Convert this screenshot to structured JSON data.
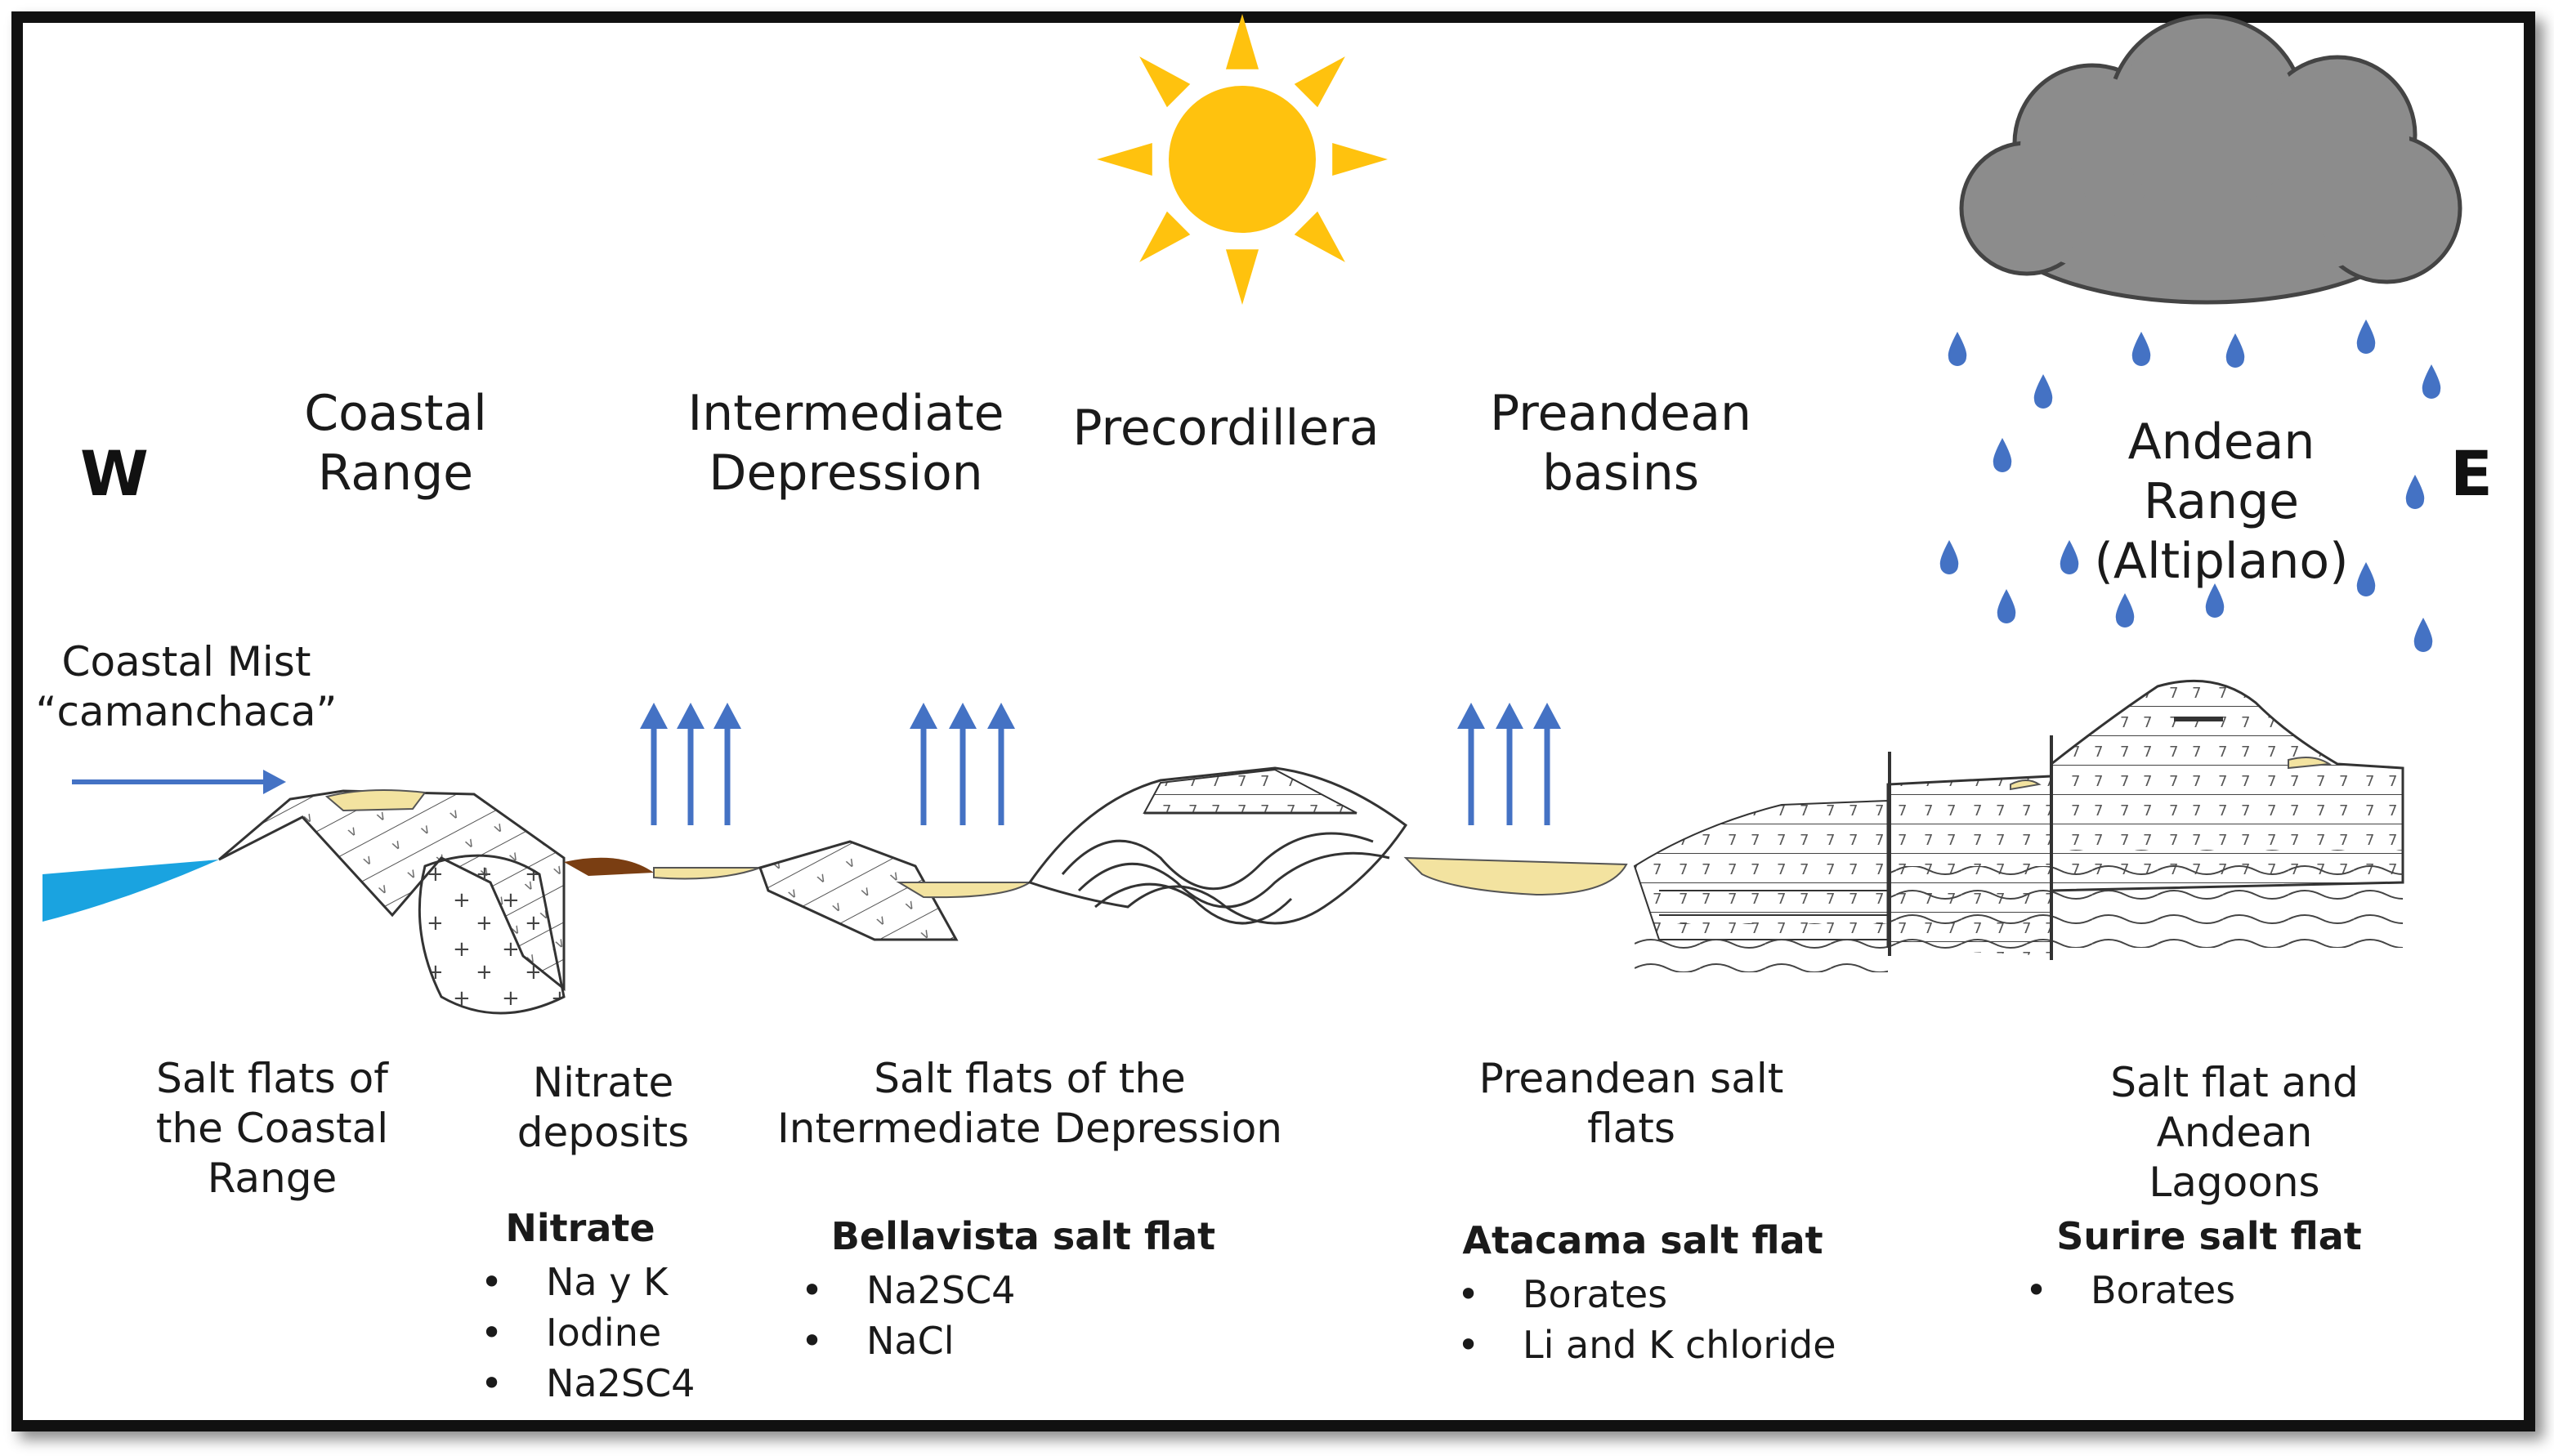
{
  "directions": {
    "west": "W",
    "east": "E"
  },
  "regions": [
    {
      "id": "coastal",
      "label": "Coastal\nRange"
    },
    {
      "id": "intermediate",
      "label": "Intermediate\nDepression"
    },
    {
      "id": "precordillera",
      "label": "Precordillera"
    },
    {
      "id": "preandean",
      "label": "Preandean\nbasins"
    },
    {
      "id": "andean",
      "label": "Andean Range\n(Altiplano)"
    }
  ],
  "coastal_mist": {
    "label": "Coastal Mist\n“camanchaca”"
  },
  "deposits": [
    {
      "id": "coastal-salt",
      "caption": "Salt flats of\nthe Coastal\nRange",
      "site": "",
      "minerals": []
    },
    {
      "id": "nitrate",
      "caption": "Nitrate\ndeposits",
      "site": "Nitrate",
      "minerals": [
        "Na y K",
        "Iodine",
        "Na2SC4"
      ]
    },
    {
      "id": "intermediate-salt",
      "caption": "Salt flats of the\nIntermediate Depression",
      "site": "Bellavista salt flat",
      "minerals": [
        "Na2SC4",
        "NaCl"
      ]
    },
    {
      "id": "preandean-salt",
      "caption": "Preandean salt\nflats",
      "site": "Atacama salt flat",
      "minerals": [
        "Borates",
        "Li and K chloride"
      ]
    },
    {
      "id": "andean-salt",
      "caption": "Salt flat and\nAndean Lagoons",
      "site": "Surire salt flat",
      "minerals": [
        "Borates"
      ]
    }
  ],
  "icons": [
    "sun-icon",
    "cloud-icon",
    "raindrop-icon",
    "evaporation-arrow-icon",
    "mist-arrow-icon"
  ],
  "colors": {
    "sun": "#ffc20e",
    "cloud": "#8c8c8c",
    "rain": "#4472c4",
    "arrow": "#4472c4",
    "ocean": "#1aa3e0",
    "salt_flat": "#f3e3a0",
    "nitrate": "#7a3e12",
    "rock_line": "#3a3a3a"
  }
}
